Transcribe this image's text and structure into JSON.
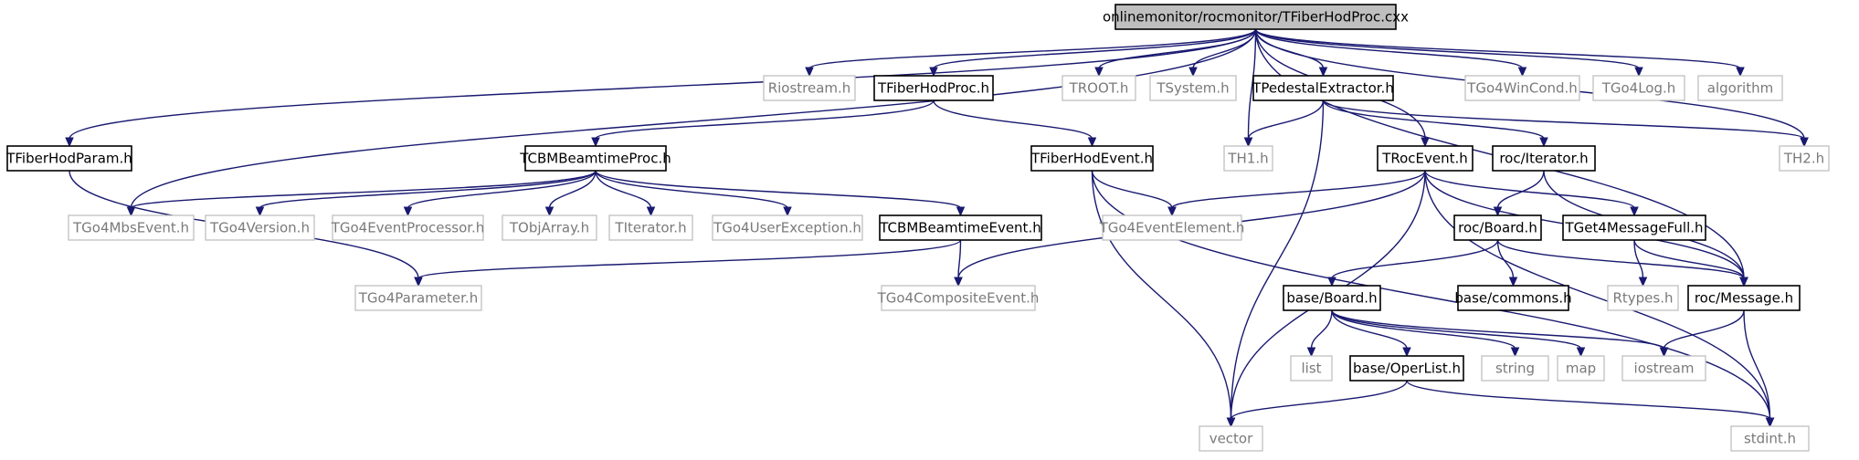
{
  "diagram": {
    "type": "include-dependency-graph",
    "root": "onlinemonitor/rocmonitor/TFiberHodProc.cxx",
    "colors": {
      "edge": "#191970",
      "root_fill": "#bfbfbf",
      "documented_border": "#000000",
      "undocumented_border": "#bfbfbf",
      "undocumented_text": "#7a7a7a"
    },
    "nodes": [
      {
        "id": "root",
        "label": "onlinemonitor/rocmonitor/TFiberHodProc.cxx",
        "kind": "root"
      },
      {
        "id": "riostream",
        "label": "Riostream.h",
        "kind": "undocumented"
      },
      {
        "id": "tfiberhodproc_h",
        "label": "TFiberHodProc.h",
        "kind": "documented"
      },
      {
        "id": "troot",
        "label": "TROOT.h",
        "kind": "undocumented"
      },
      {
        "id": "tsystem",
        "label": "TSystem.h",
        "kind": "undocumented"
      },
      {
        "id": "tpedestal",
        "label": "TPedestalExtractor.h",
        "kind": "documented"
      },
      {
        "id": "tgo4wincond",
        "label": "TGo4WinCond.h",
        "kind": "undocumented"
      },
      {
        "id": "tgo4log",
        "label": "TGo4Log.h",
        "kind": "undocumented"
      },
      {
        "id": "algorithm",
        "label": "algorithm",
        "kind": "undocumented"
      },
      {
        "id": "tfiberhodparam",
        "label": "TFiberHodParam.h",
        "kind": "documented"
      },
      {
        "id": "tcbmproc",
        "label": "TCBMBeamtimeProc.h",
        "kind": "documented"
      },
      {
        "id": "tfiberhodevent",
        "label": "TFiberHodEvent.h",
        "kind": "documented"
      },
      {
        "id": "th1",
        "label": "TH1.h",
        "kind": "undocumented"
      },
      {
        "id": "trocevent",
        "label": "TRocEvent.h",
        "kind": "documented"
      },
      {
        "id": "rociterator",
        "label": "roc/Iterator.h",
        "kind": "documented"
      },
      {
        "id": "th2",
        "label": "TH2.h",
        "kind": "undocumented"
      },
      {
        "id": "tgo4mbsevent",
        "label": "TGo4MbsEvent.h",
        "kind": "undocumented"
      },
      {
        "id": "tgo4version",
        "label": "TGo4Version.h",
        "kind": "undocumented"
      },
      {
        "id": "tgo4eventprocessor",
        "label": "TGo4EventProcessor.h",
        "kind": "undocumented"
      },
      {
        "id": "tobjarray",
        "label": "TObjArray.h",
        "kind": "undocumented"
      },
      {
        "id": "titerator",
        "label": "TIterator.h",
        "kind": "undocumented"
      },
      {
        "id": "tgo4userexception",
        "label": "TGo4UserException.h",
        "kind": "undocumented"
      },
      {
        "id": "tcbmevent",
        "label": "TCBMBeamtimeEvent.h",
        "kind": "documented"
      },
      {
        "id": "tgo4eventelement",
        "label": "TGo4EventElement.h",
        "kind": "undocumented"
      },
      {
        "id": "rocboard",
        "label": "roc/Board.h",
        "kind": "documented"
      },
      {
        "id": "tget4",
        "label": "TGet4MessageFull.h",
        "kind": "documented"
      },
      {
        "id": "tgo4parameter",
        "label": "TGo4Parameter.h",
        "kind": "undocumented"
      },
      {
        "id": "tgo4composite",
        "label": "TGo4CompositeEvent.h",
        "kind": "undocumented"
      },
      {
        "id": "baseboard",
        "label": "base/Board.h",
        "kind": "documented"
      },
      {
        "id": "basecommons",
        "label": "base/commons.h",
        "kind": "documented"
      },
      {
        "id": "rtypes",
        "label": "Rtypes.h",
        "kind": "undocumented"
      },
      {
        "id": "rocmessage",
        "label": "roc/Message.h",
        "kind": "documented"
      },
      {
        "id": "list",
        "label": "list",
        "kind": "undocumented"
      },
      {
        "id": "baseoperlist",
        "label": "base/OperList.h",
        "kind": "documented"
      },
      {
        "id": "string",
        "label": "string",
        "kind": "undocumented"
      },
      {
        "id": "map",
        "label": "map",
        "kind": "undocumented"
      },
      {
        "id": "iostream",
        "label": "iostream",
        "kind": "undocumented"
      },
      {
        "id": "vector",
        "label": "vector",
        "kind": "undocumented"
      },
      {
        "id": "stdint",
        "label": "stdint.h",
        "kind": "undocumented"
      }
    ],
    "edges": [
      [
        "root",
        "riostream"
      ],
      [
        "root",
        "tfiberhodproc_h"
      ],
      [
        "root",
        "troot"
      ],
      [
        "root",
        "tsystem"
      ],
      [
        "root",
        "tpedestal"
      ],
      [
        "root",
        "tgo4wincond"
      ],
      [
        "root",
        "tgo4log"
      ],
      [
        "root",
        "algorithm"
      ],
      [
        "root",
        "tfiberhodparam"
      ],
      [
        "root",
        "tgo4mbsevent"
      ],
      [
        "root",
        "th1"
      ],
      [
        "root",
        "trocevent"
      ],
      [
        "root",
        "th2"
      ],
      [
        "root",
        "rocmessage"
      ],
      [
        "tfiberhodproc_h",
        "tcbmproc"
      ],
      [
        "tfiberhodproc_h",
        "tfiberhodevent"
      ],
      [
        "tpedestal",
        "th1"
      ],
      [
        "tpedestal",
        "rociterator"
      ],
      [
        "tpedestal",
        "th2"
      ],
      [
        "tpedestal",
        "vector"
      ],
      [
        "tfiberhodparam",
        "tgo4parameter"
      ],
      [
        "tcbmproc",
        "tgo4mbsevent"
      ],
      [
        "tcbmproc",
        "tgo4version"
      ],
      [
        "tcbmproc",
        "tgo4eventprocessor"
      ],
      [
        "tcbmproc",
        "tobjarray"
      ],
      [
        "tcbmproc",
        "titerator"
      ],
      [
        "tcbmproc",
        "tgo4userexception"
      ],
      [
        "tcbmproc",
        "tcbmevent"
      ],
      [
        "tfiberhodevent",
        "tgo4eventelement"
      ],
      [
        "tfiberhodevent",
        "vector"
      ],
      [
        "tfiberhodevent",
        "stdint"
      ],
      [
        "trocevent",
        "tgo4eventelement"
      ],
      [
        "trocevent",
        "tgo4composite"
      ],
      [
        "trocevent",
        "vector"
      ],
      [
        "trocevent",
        "tget4"
      ],
      [
        "trocevent",
        "rocmessage"
      ],
      [
        "trocevent",
        "stdint"
      ],
      [
        "rociterator",
        "rocboard"
      ],
      [
        "rociterator",
        "rocmessage"
      ],
      [
        "tcbmevent",
        "tgo4parameter"
      ],
      [
        "tcbmevent",
        "tgo4composite"
      ],
      [
        "rocboard",
        "baseboard"
      ],
      [
        "rocboard",
        "basecommons"
      ],
      [
        "rocboard",
        "rocmessage"
      ],
      [
        "tget4",
        "rtypes"
      ],
      [
        "tget4",
        "rocmessage"
      ],
      [
        "baseboard",
        "list"
      ],
      [
        "baseboard",
        "baseoperlist"
      ],
      [
        "baseboard",
        "string"
      ],
      [
        "baseboard",
        "map"
      ],
      [
        "baseboard",
        "iostream"
      ],
      [
        "baseoperlist",
        "vector"
      ],
      [
        "baseoperlist",
        "stdint"
      ],
      [
        "rocmessage",
        "iostream"
      ],
      [
        "rocmessage",
        "stdint"
      ]
    ]
  }
}
